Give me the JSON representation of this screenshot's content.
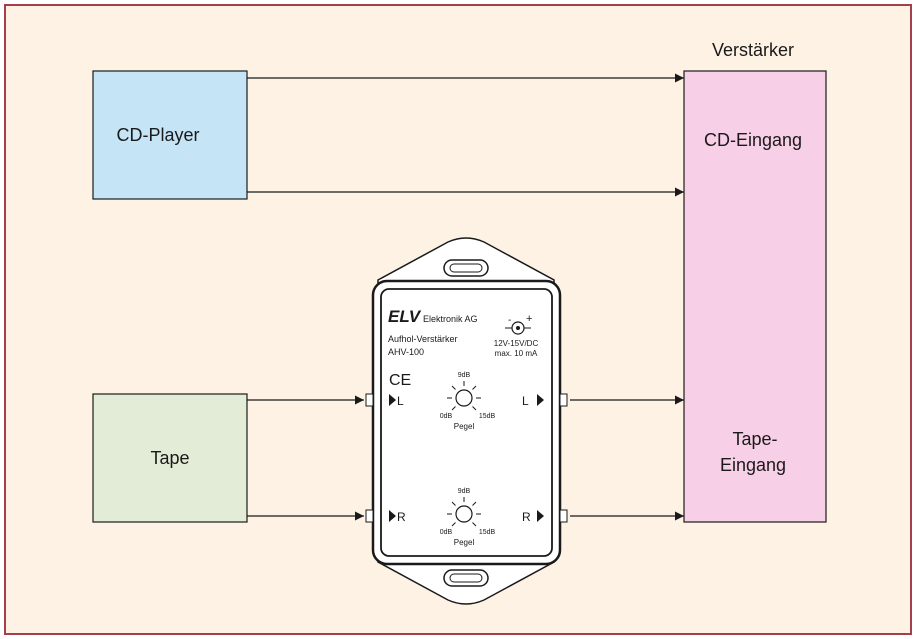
{
  "colors": {
    "background": "#fdf2e4",
    "frame": "#a3404c",
    "cd_player": "#c5e5f6",
    "tape": "#e3ecd6",
    "amplifier": "#f7cfe6",
    "device_body": "#ffffff",
    "line": "#1a1a1a"
  },
  "blocks": {
    "cd_player": "CD-Player",
    "tape": "Tape",
    "amplifier_title": "Verstärker",
    "cd_input": "CD-Eingang",
    "tape_input_line1": "Tape-",
    "tape_input_line2": "Eingang"
  },
  "device": {
    "logo": "ELV",
    "company": "Elektronik AG",
    "name": "Aufhol-Verstärker",
    "model": "AHV-100",
    "ce_mark": "CE",
    "power_minus": "-",
    "power_plus": "+",
    "power_spec": "12V-15V/DC",
    "current_spec": "max. 10 mA",
    "input_left": "L",
    "input_right": "R",
    "output_left": "L",
    "output_right": "R",
    "knob_left": {
      "max": "9dB",
      "min": "0dB",
      "high": "15dB",
      "label": "Pegel"
    },
    "knob_right": {
      "max": "9dB",
      "min": "0dB",
      "high": "15dB",
      "label": "Pegel"
    }
  }
}
